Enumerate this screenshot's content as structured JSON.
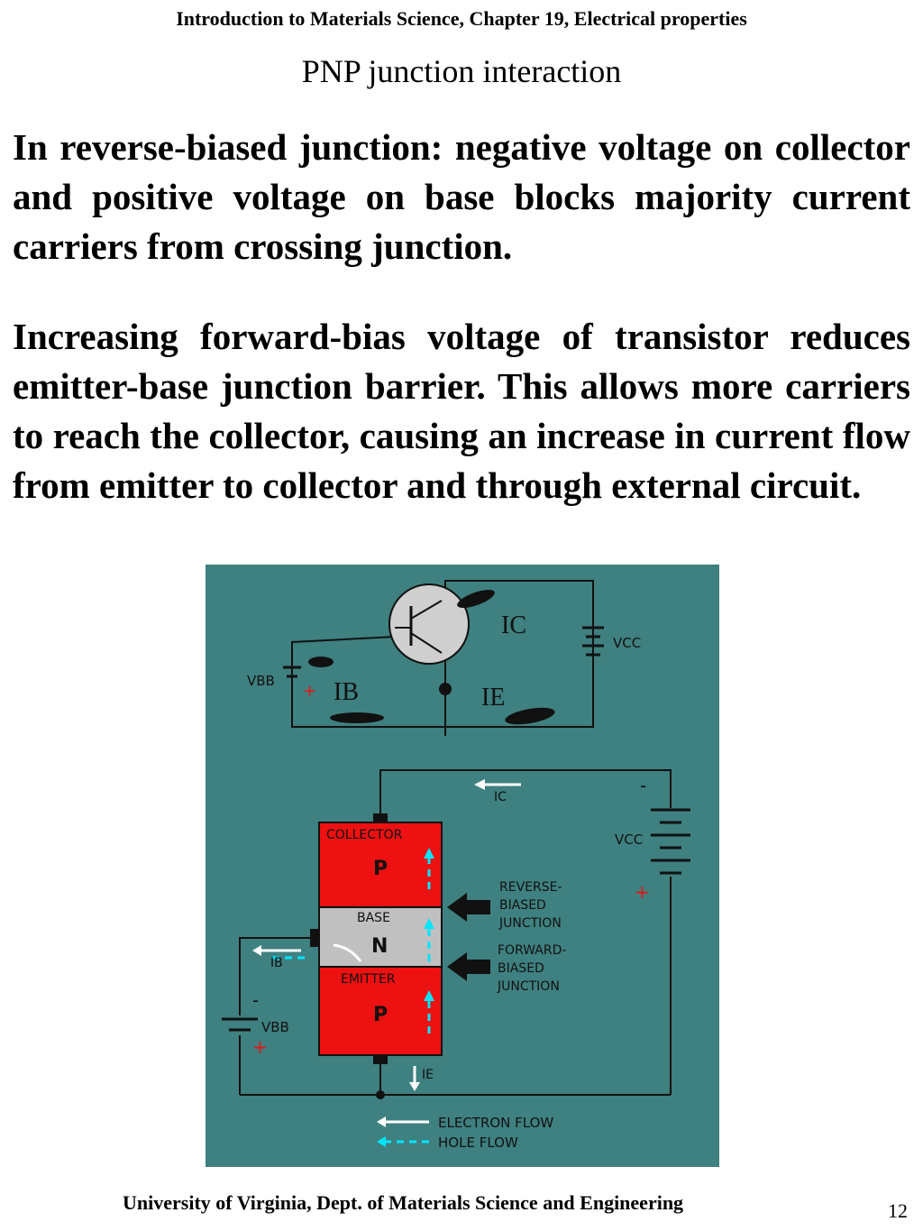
{
  "header": {
    "course_title": "Introduction to Materials Science, Chapter 19, Electrical properties"
  },
  "slide": {
    "title": "PNP junction interaction",
    "paragraph1": "In reverse-biased junction: negative voltage on collector and positive voltage on base blocks majority current carriers from crossing junction.",
    "paragraph2": "Increasing forward-bias voltage of transistor reduces emitter-base junction barrier. This allows more carriers to reach the collector, causing an increase in current flow from emitter to collector and through external circuit."
  },
  "figure": {
    "top_circuit": {
      "vbb": "VBB",
      "vcc": "VCC",
      "ic_label": "IC",
      "ib_label": "IB",
      "ie_label": "IE",
      "plus": "+",
      "minus": "-"
    },
    "bottom_diagram": {
      "collector": "COLLECTOR",
      "base": "BASE",
      "emitter": "EMITTER",
      "p_top": "P",
      "n": "N",
      "p_bottom": "P",
      "reverse_l1": "REVERSE-",
      "reverse_l2": "BIASED",
      "reverse_l3": "JUNCTION",
      "forward_l1": "FORWARD-",
      "forward_l2": "BIASED",
      "forward_l3": "JUNCTION",
      "ic": "IC",
      "ib": "IB",
      "ie": "IE",
      "vcc": "VCC",
      "vbb": "VBB",
      "plus": "+",
      "minus": "-"
    },
    "legend": {
      "electron": "ELECTRON FLOW",
      "hole": "HOLE FLOW"
    },
    "colors": {
      "background": "#3f8080",
      "p_region": "#ee1111",
      "n_region": "#c0c0c0",
      "hole_flow": "#00e5ff",
      "electron_flow": "#ffffff"
    }
  },
  "footer": {
    "institution": "University of Virginia, Dept. of Materials Science and Engineering",
    "page_number": "12"
  }
}
